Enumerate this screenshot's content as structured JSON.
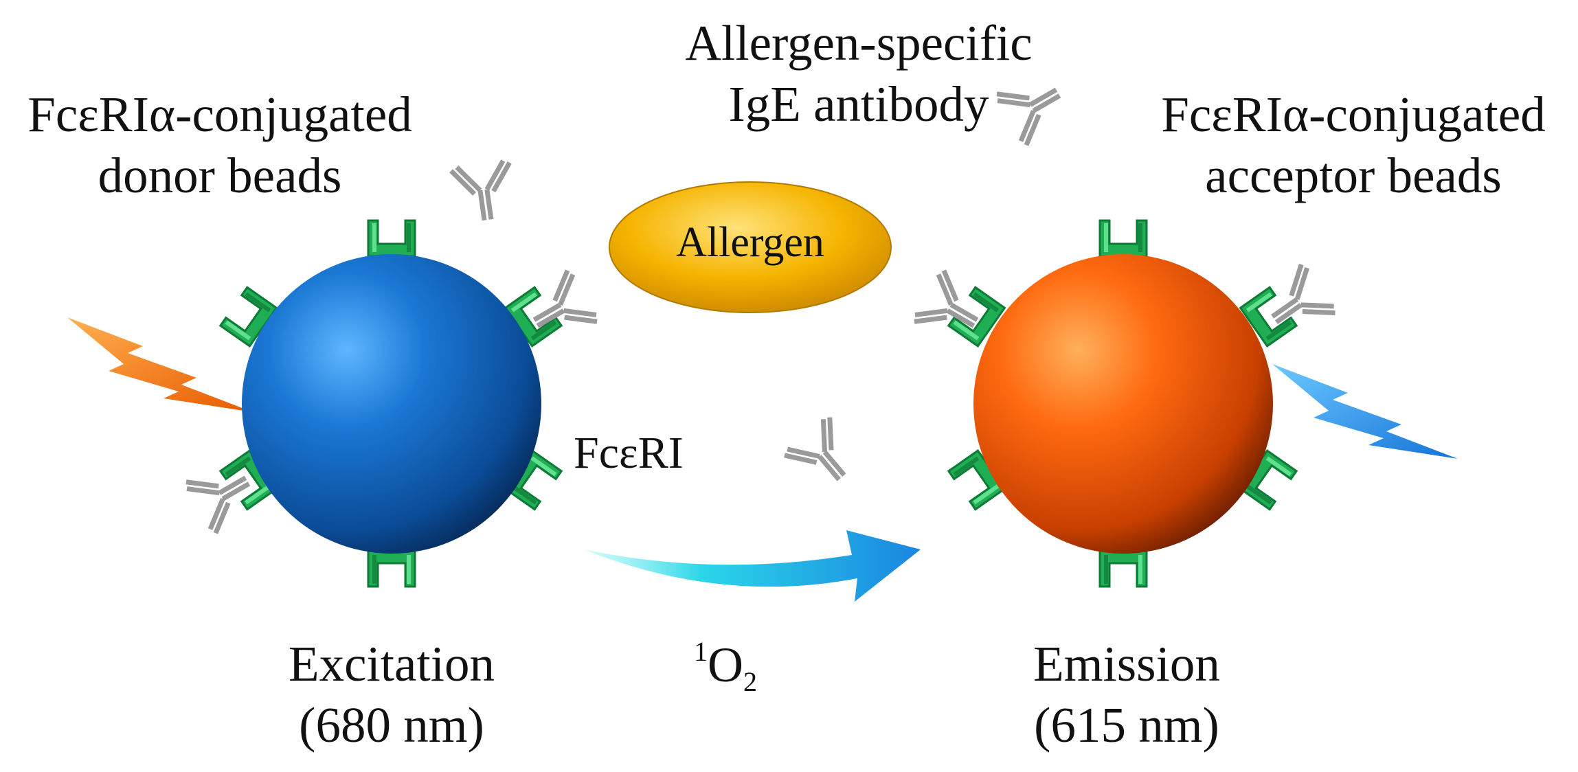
{
  "labels": {
    "donor_beads_line1": "FcεRIα-conjugated",
    "donor_beads_line2": "donor beads",
    "ige_line1": "Allergen-specific",
    "ige_line2": "IgE antibody",
    "acceptor_beads_line1": "FcεRIα-conjugated",
    "acceptor_beads_line2": "acceptor beads",
    "allergen": "Allergen",
    "receptor": "FcεRI",
    "singlet_oxygen_sup": "1",
    "singlet_oxygen_base": "O",
    "singlet_oxygen_sub": "2",
    "excitation_line1": "Excitation",
    "excitation_line2": "(680 nm)",
    "emission_line1": "Emission",
    "emission_line2": "(615 nm)"
  },
  "colors": {
    "donor_bead": "#1560b0",
    "acceptor_bead": "#e8560a",
    "allergen": "#f5b400",
    "receptor": "#1fae54",
    "antibody": "#9a9a9a",
    "excitation_bolt": "#f07b12",
    "emission_bolt": "#1e90e0",
    "transfer_arrow": "#20c0e8"
  },
  "icons": {
    "receptor": "fcri-receptor-icon",
    "antibody": "ige-antibody-icon",
    "excitation": "lightning-bolt-icon",
    "emission": "lightning-bolt-icon"
  }
}
